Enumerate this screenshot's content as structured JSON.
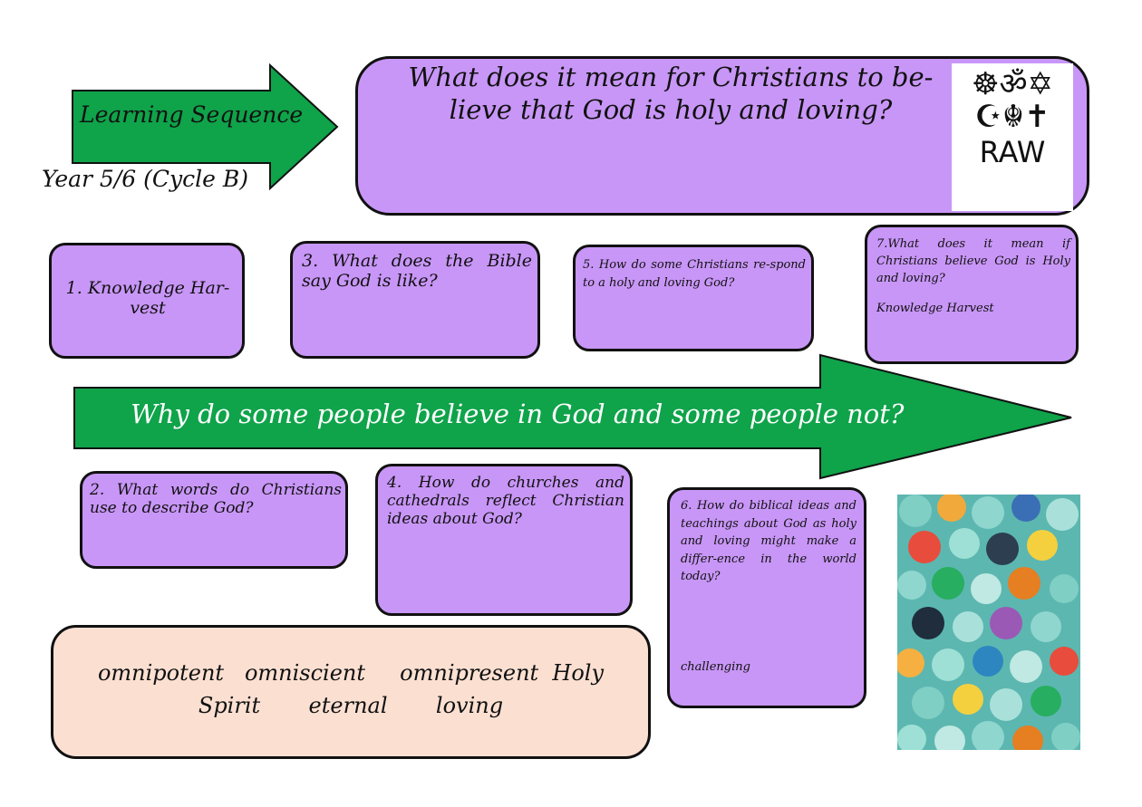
{
  "header": {
    "arrow_label": "Learning Sequence",
    "year_label": "Year 5/6 (Cycle B)",
    "main_question": "What does it mean for Christians to be-lieve that God is holy and loving?",
    "logo_text": "RAW",
    "logo_symbols": [
      "☸",
      "ॐ",
      "✡",
      "☪",
      "☬",
      "✝"
    ]
  },
  "big_arrow_question": "Why do some people believe in God and some people not?",
  "lessons": {
    "l1": "1. Knowledge Har-vest",
    "l2": "2. What words do Christians use to describe God?",
    "l3": "3. What does the Bible say God is like?",
    "l4": "4. How do churches and cathedrals reflect Christian ideas about God?",
    "l5": "5. How do some Christians re-spond to a holy and loving God?",
    "l6": "6. How do biblical ideas and teachings about God as holy and loving might make a differ-ence in the world today?",
    "l6_note": "challenging",
    "l7": "7.What does it mean if Christians believe God is Holy and loving?",
    "l7_note": "Knowledge Harvest"
  },
  "vocabulary": {
    "line1": "omnipotent   omniscient     omnipresent  Holy",
    "line2": "Spirit       eternal       loving"
  },
  "colors": {
    "green": "#0fa34a",
    "purple": "#c896f7",
    "peach": "#fbe0d2"
  }
}
